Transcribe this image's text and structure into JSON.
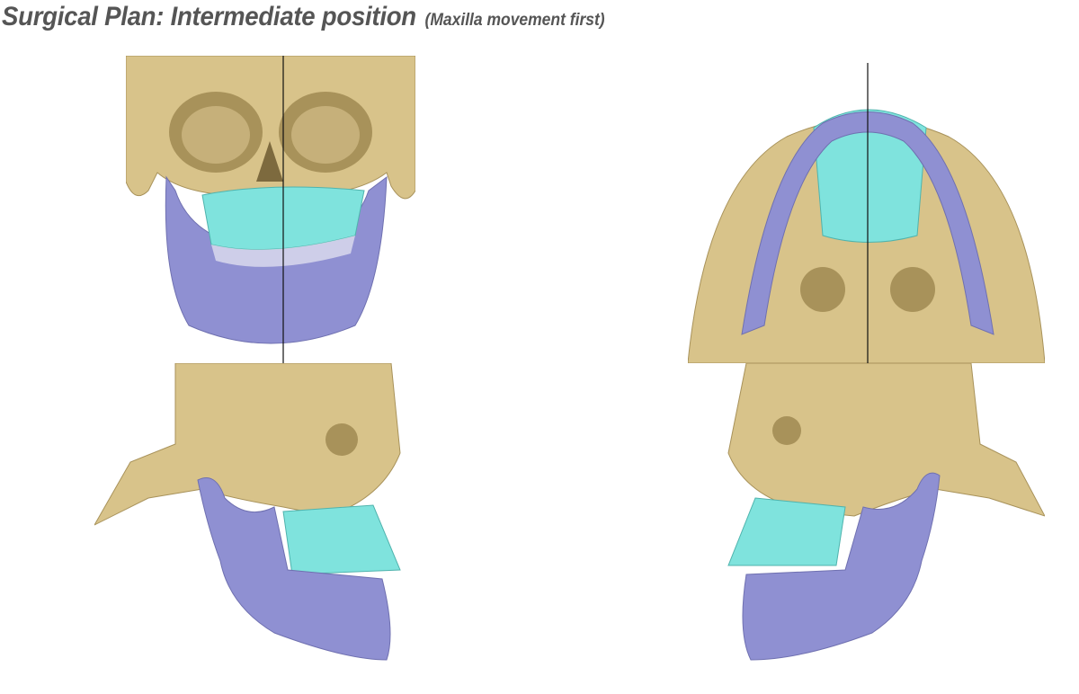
{
  "slide": {
    "title": "Surgical Plan: Intermediate position",
    "subtitle": "(Maxilla movement first)"
  },
  "views": [
    {
      "name": "frontal-view"
    },
    {
      "name": "inferior-view"
    },
    {
      "name": "right-lateral-view"
    },
    {
      "name": "left-lateral-view"
    }
  ],
  "colors": {
    "bone": "#d8c38a",
    "bone_shade": "#a8925a",
    "maxilla": "#7fe3dd",
    "mandible": "#8f90d2",
    "title": "#555555"
  }
}
